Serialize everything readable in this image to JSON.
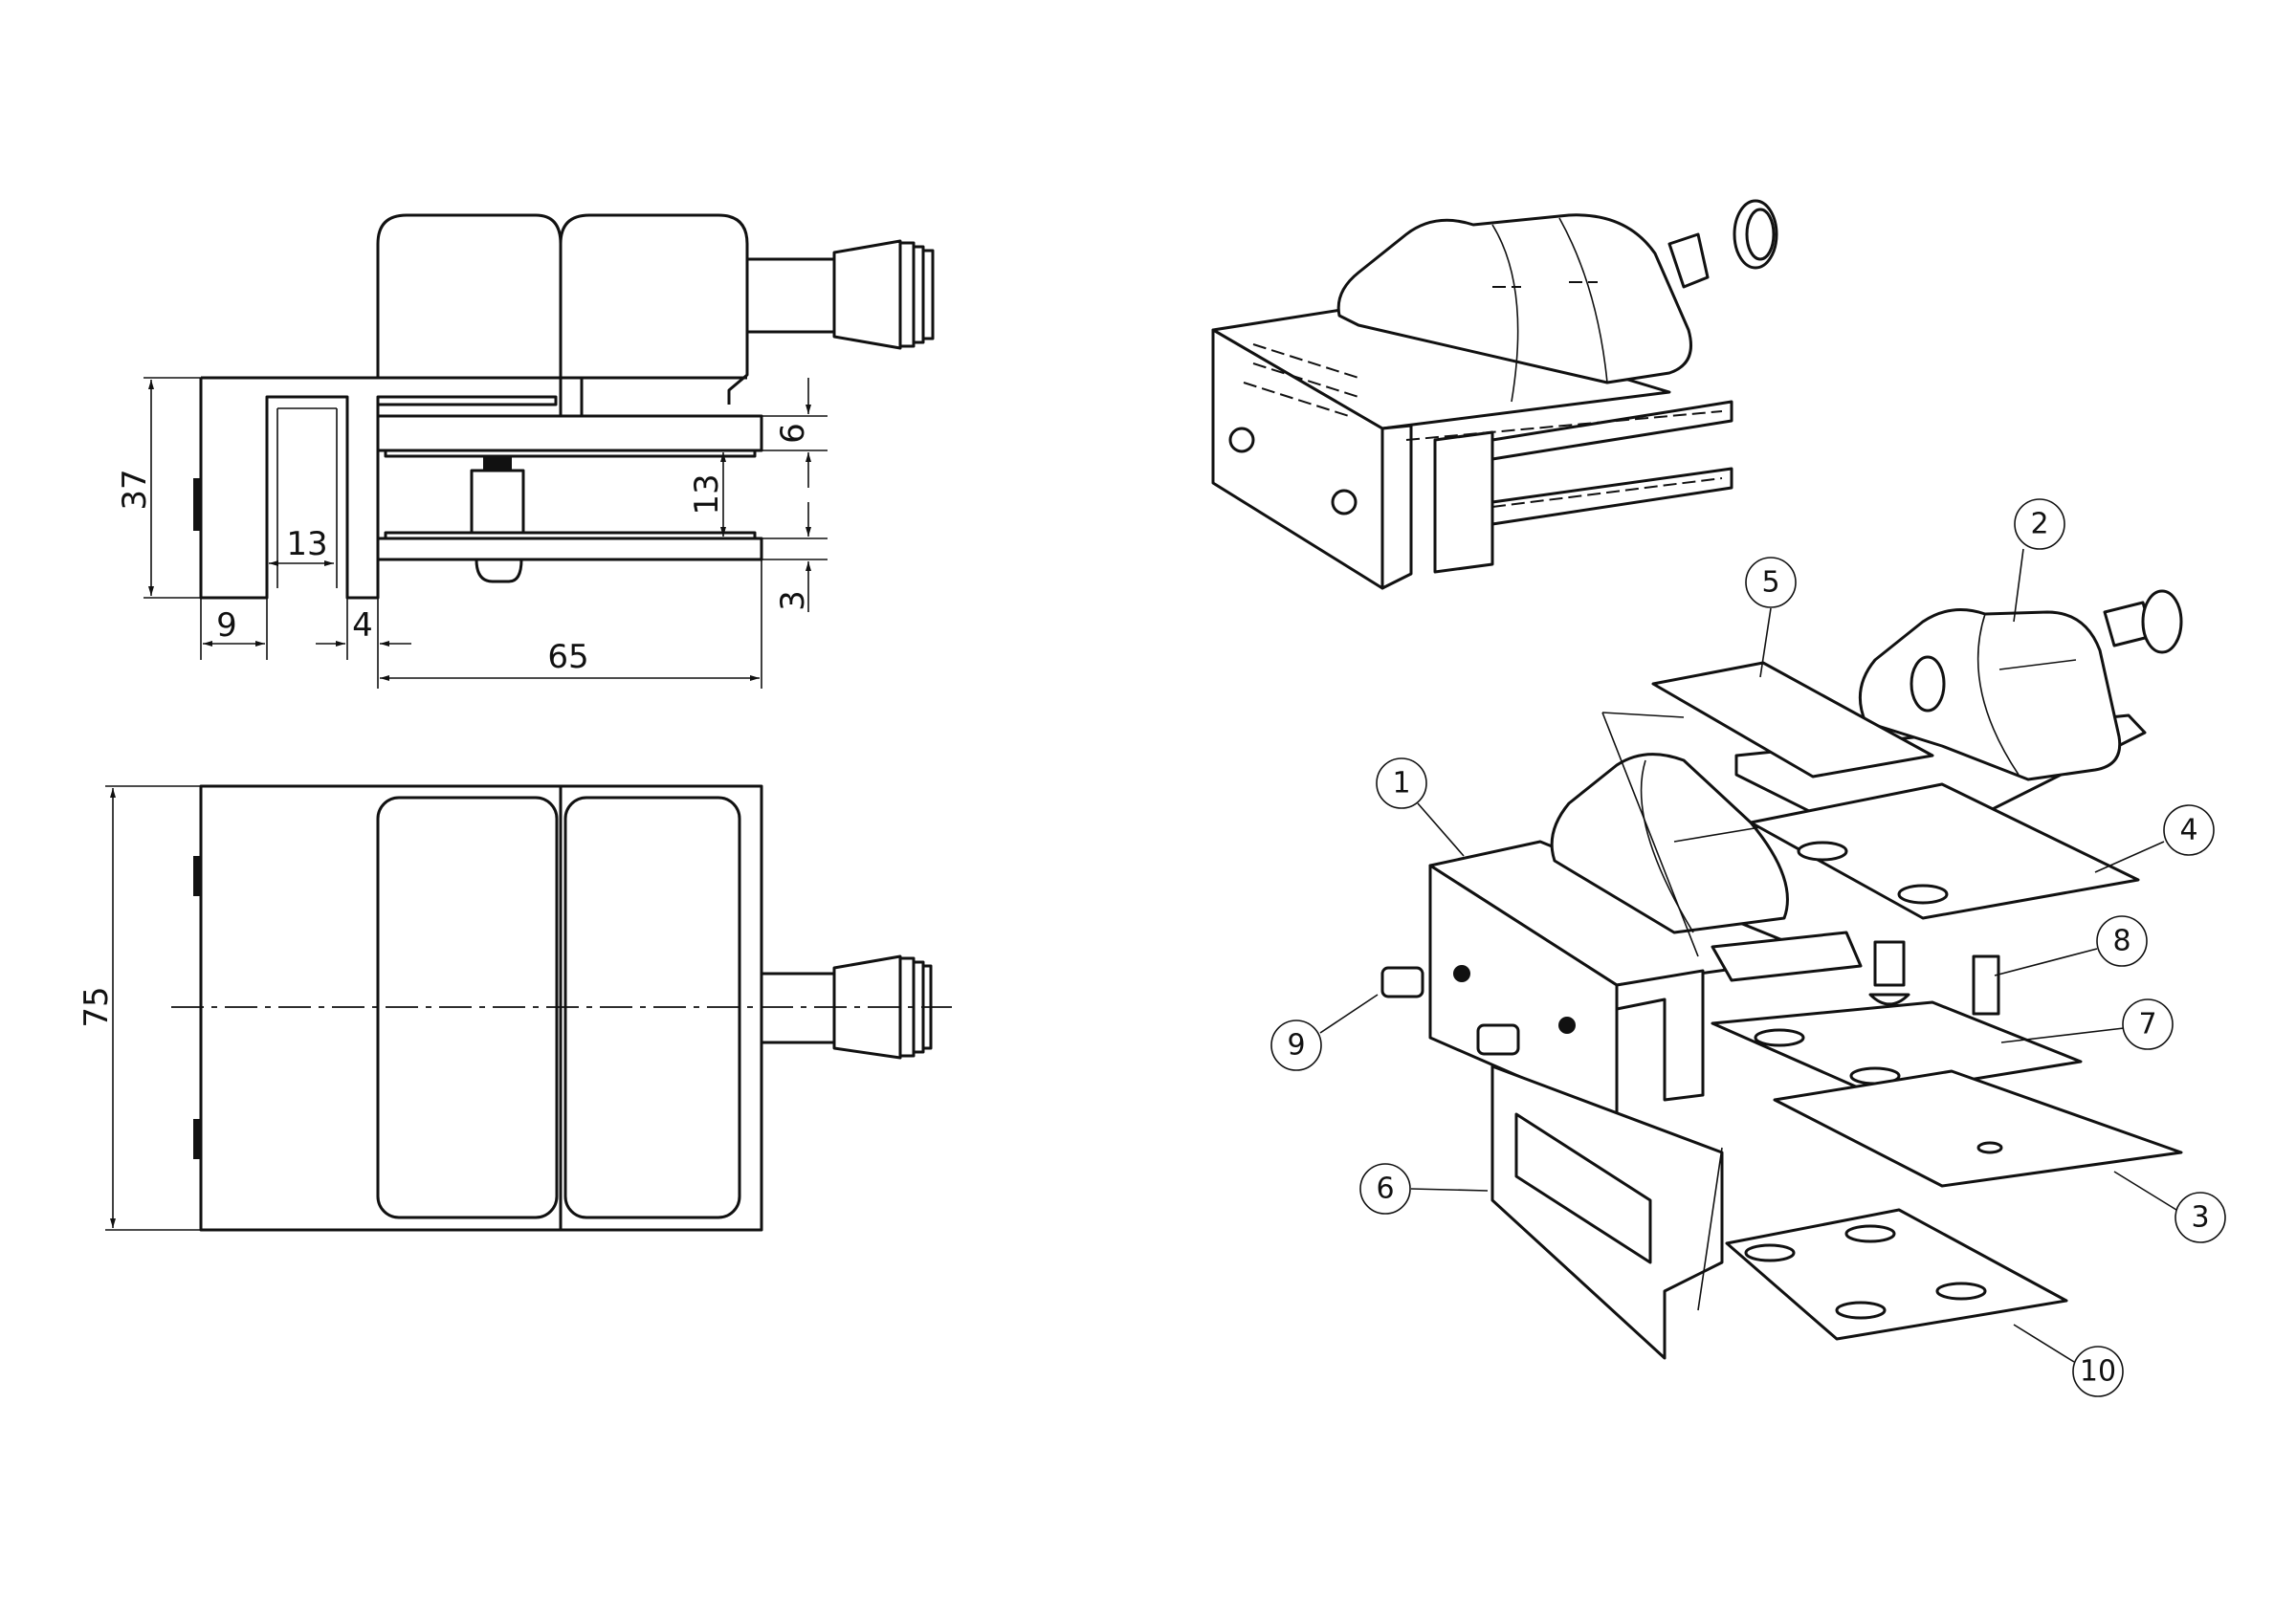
{
  "side_view": {
    "dimensions": {
      "overall_height": "37",
      "slot_width": "13",
      "plate_thickness": "6",
      "plate_gap": "13",
      "lower_thickness": "3",
      "outer_wall": "9",
      "inner_wall": "4",
      "plate_length": "65"
    }
  },
  "top_view": {
    "dimensions": {
      "overall_width": "75"
    }
  },
  "exploded_view": {
    "callouts": [
      "1",
      "2",
      "3",
      "4",
      "5",
      "6",
      "7",
      "8",
      "9",
      "10"
    ]
  }
}
